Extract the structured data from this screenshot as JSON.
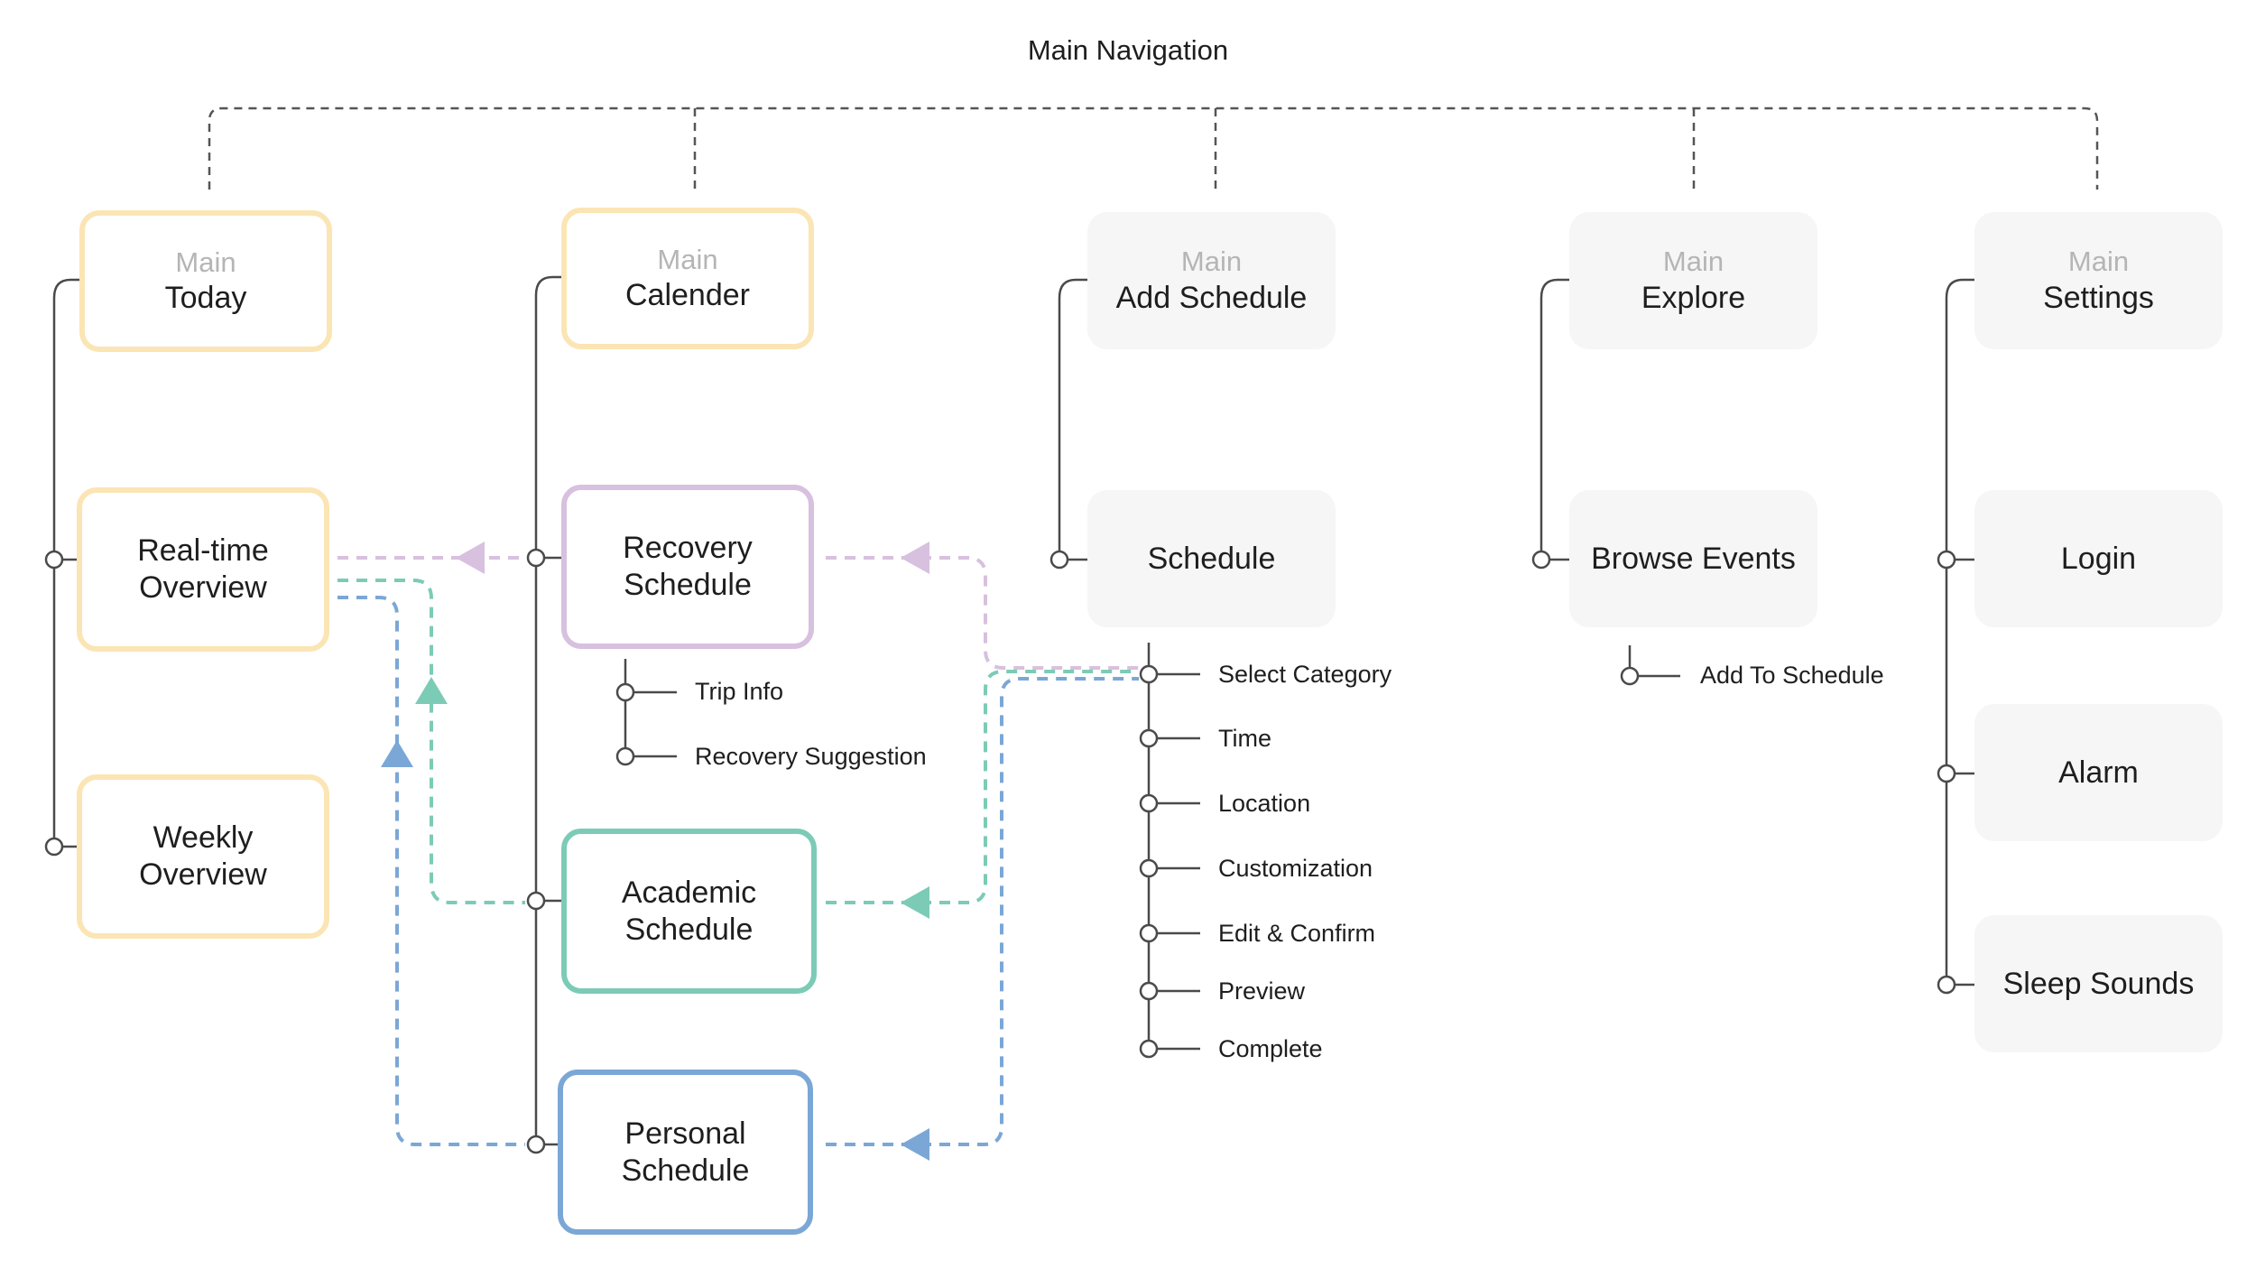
{
  "title": "Main Navigation",
  "colors": {
    "line": "#4a4a4a",
    "dash": "#555555",
    "yellow": "#fbe5b4",
    "purple": "#d8c0df",
    "green": "#7ccbb6",
    "blue": "#7ba7d6",
    "gray_box": "#f5f6f5"
  },
  "columns": [
    {
      "main_label": "Main",
      "title": "Today"
    },
    {
      "main_label": "Main",
      "title": "Calender"
    },
    {
      "main_label": "Main",
      "title": "Add Schedule"
    },
    {
      "main_label": "Main",
      "title": "Explore"
    },
    {
      "main_label": "Main",
      "title": "Settings"
    }
  ],
  "today_children": [
    "Real-time Overview",
    "Weekly Overview"
  ],
  "calendar_children": [
    "Recovery Schedule",
    "Academic Schedule",
    "Personal Schedule"
  ],
  "recovery_sub": [
    "Trip Info",
    "Recovery Suggestion"
  ],
  "add_schedule_child": "Schedule",
  "schedule_steps": [
    "Select Category",
    "Time",
    "Location",
    "Customization",
    "Edit & Confirm",
    "Preview",
    "Complete"
  ],
  "explore_child": "Browse Events",
  "explore_sub": "Add To Schedule",
  "settings_children": [
    "Login",
    "Alarm",
    "Sleep Sounds"
  ]
}
